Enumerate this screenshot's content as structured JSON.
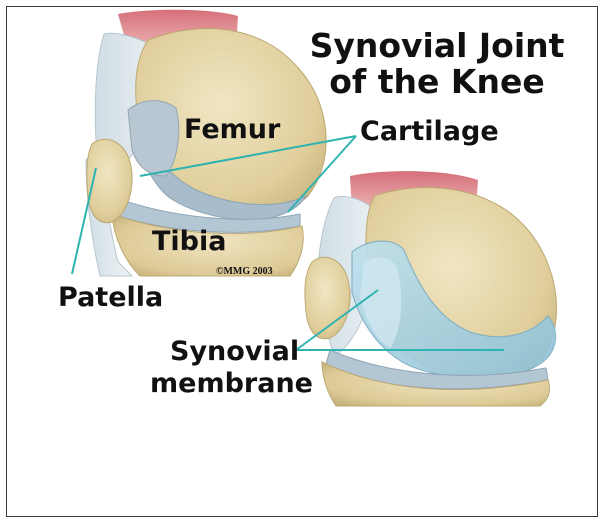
{
  "title": {
    "line1": "Synovial Joint",
    "line2": "of the Knee"
  },
  "labels": {
    "femur": "Femur",
    "cartilage": "Cartilage",
    "tibia": "Tibia",
    "patella": "Patella",
    "synovial_line1": "Synovial",
    "synovial_line2": "membrane"
  },
  "copyright": "©MMG 2003",
  "colors": {
    "bone": "#e4d5a8",
    "muscle": "#d98a8e",
    "cartilage": "#aabfce",
    "membrane": "#a9d2e2",
    "leader_line": "#2fb3b0",
    "text": "#111111"
  }
}
